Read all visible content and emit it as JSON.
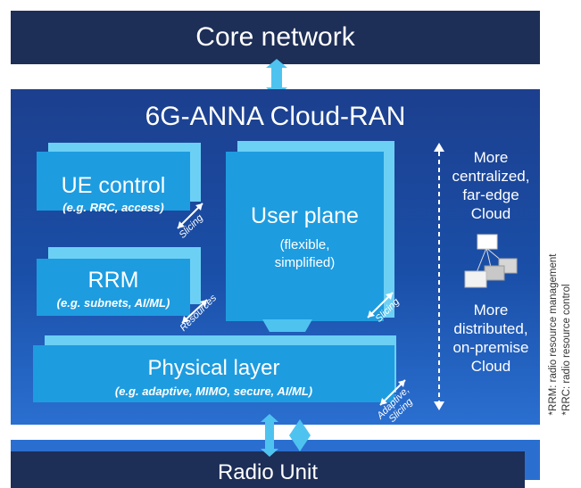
{
  "core": {
    "label": "Core network"
  },
  "ran": {
    "title": "6G-ANNA Cloud-RAN"
  },
  "ue_control": {
    "title": "UE control",
    "subtitle": "(e.g. RRC, access)"
  },
  "rrm": {
    "title": "RRM",
    "subtitle": "(e.g. subnets, AI/ML)"
  },
  "user_plane": {
    "title": "User plane",
    "subtitle_line1": "(flexible,",
    "subtitle_line2": "simplified)"
  },
  "physical": {
    "title": "Physical layer",
    "subtitle": "(e.g. adaptive, MIMO, secure, AI/ML)"
  },
  "arrow_tags": {
    "slicing_ue": "Slicing",
    "resources": "Resources",
    "slicing_up": "Slicing",
    "adaptive_line1": "Adaptive,",
    "adaptive_line2": "Slicing"
  },
  "scale": {
    "top_line1": "More",
    "top_line2": "centralized,",
    "top_line3": "far-edge",
    "top_line4": "Cloud",
    "bottom_line1": "More",
    "bottom_line2": "distributed,",
    "bottom_line3": "on-premise",
    "bottom_line4": "Cloud"
  },
  "radio": {
    "label": "Radio Unit"
  },
  "footnotes": {
    "rrm": "*RRM: radio resource management",
    "rrc": "*RRC: radio resource control"
  },
  "colors": {
    "dark_navy": "#1d2e57",
    "ran_blue": "#1c3f8e",
    "block_blue": "#1e9ce0",
    "block_shadow": "#6cd0f5",
    "arrow_cyan": "#4fc3f0"
  },
  "icons": {
    "cloud_hierarchy": "tree-of-boxes-icon"
  }
}
